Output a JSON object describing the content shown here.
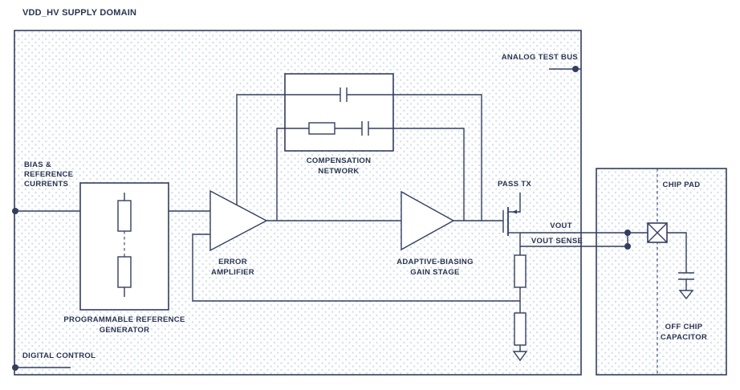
{
  "title": "VDD_HV SUPPLY DOMAIN",
  "colors": {
    "line": "#333e5f",
    "text": "#2a3450",
    "pattern_dot": "#d3dfeb",
    "block_fill": "#ffffff",
    "background": "#ffffff"
  },
  "diagram": {
    "analog_test_bus": {
      "label": "ANALOG TEST BUS"
    },
    "bias_reference": {
      "lines": [
        "BIAS &",
        "REFERENCE",
        "CURRENTS"
      ]
    },
    "digital_control": {
      "label": "DIGITAL CONTROL"
    },
    "reference_generator": {
      "lines": [
        "PROGRAMMABLE REFERENCE",
        "GENERATOR"
      ]
    },
    "error_amplifier": {
      "lines": [
        "ERROR",
        "AMPLIFIER"
      ]
    },
    "compensation_network": {
      "lines": [
        "COMPENSATION",
        "NETWORK"
      ]
    },
    "gain_stage": {
      "lines": [
        "ADAPTIVE-BIASING",
        "GAIN STAGE"
      ]
    },
    "pass_transistor": {
      "label": "PASS TX"
    },
    "outputs": {
      "vout": "VOUT",
      "vout_sense": "VOUT SENSE"
    },
    "chip_pad": {
      "label": "CHIP PAD"
    },
    "off_chip_capacitor": {
      "lines": [
        "OFF CHIP",
        "CAPACITOR"
      ]
    }
  }
}
